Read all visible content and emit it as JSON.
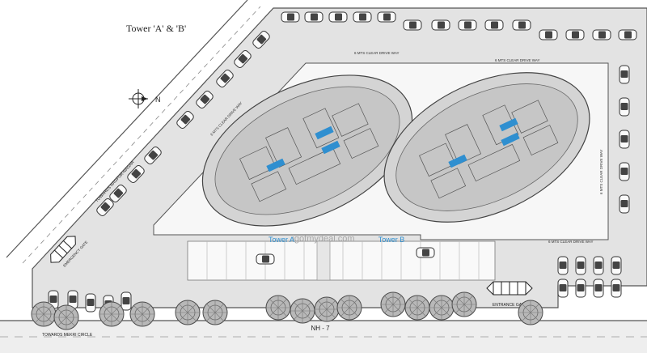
{
  "title": "Tower 'A' & 'B'",
  "compass_label": "N",
  "towers": {
    "a": "Tower A",
    "b": "Tower B"
  },
  "watermark": "igotmydeal.com",
  "roads": {
    "highway": "NH - 7",
    "diagonal": "TOWARDS NAGPUR-NAGAR",
    "bottom_left": "TOWARDS MEKRI CIRCLE"
  },
  "driveway_labels": {
    "top_left": "6 MTS CLEAR DRIVE WAY",
    "top_right": "6 MTS CLEAR DRIVE WAY",
    "left": "6 MTS CLEAR DRIVE WAY",
    "right": "6 MTS CLEAR DRIVE WAY",
    "bottom_right": "6 MTS CLEAR DRIVE WAY"
  },
  "gates": {
    "entrance": "ENTRANCE GATE",
    "emergency": "EMERGENCY GATE"
  },
  "colors": {
    "ground": "#e3e3e3",
    "plot": "#f7f7f7",
    "tower_fill": "#c9c9c9",
    "accent": "#2f8fd0",
    "line": "#5a5a5a"
  }
}
